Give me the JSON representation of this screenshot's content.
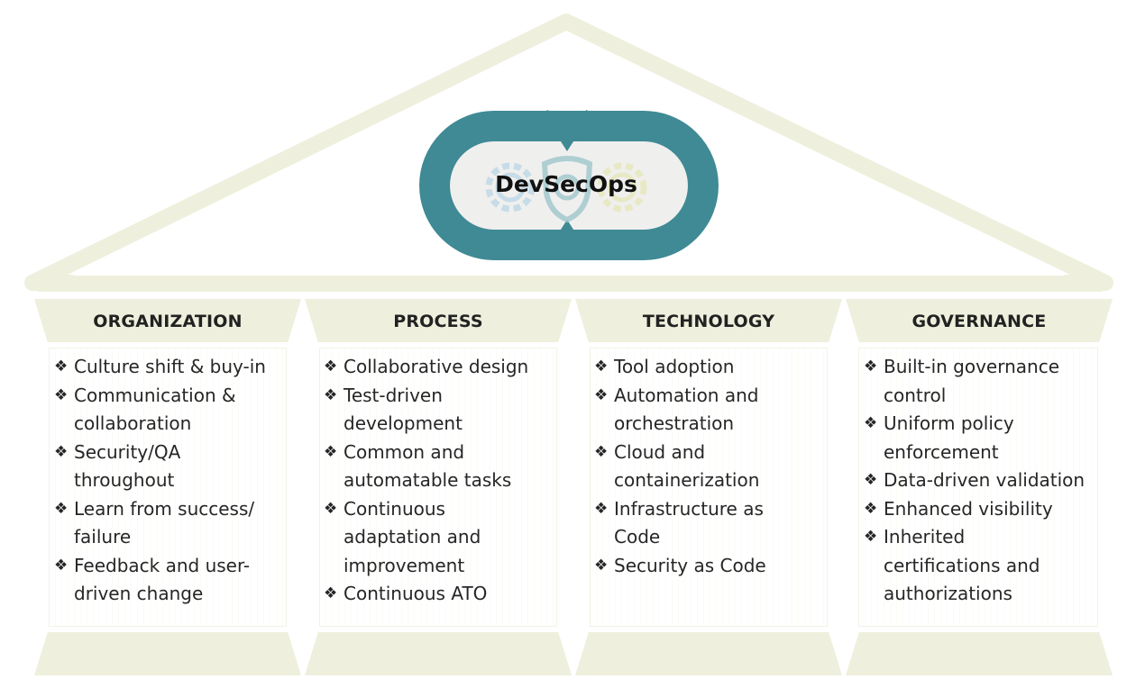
{
  "title": "DevSecOps",
  "colors": {
    "ring": "#3f8a94",
    "roof": "#eef0dd",
    "pillar": "#eef0dd",
    "gear_blue": "#b9d6e6",
    "gear_teal": "#9ec6cc",
    "gear_yellow": "#e6e8b6"
  },
  "icons": [
    "infinity-loop-icon",
    "gear-icon",
    "shield-gear-icon",
    "diamond-bullet-icon"
  ],
  "pillars": [
    {
      "title": "ORGANIZATION",
      "items": [
        "Culture shift & buy-in",
        "Communication & collaboration",
        "Security/QA throughout",
        "Learn from success/ failure",
        "Feedback and user-driven change"
      ]
    },
    {
      "title": "PROCESS",
      "items": [
        "Collaborative design",
        "Test-driven development",
        "Common and automatable tasks",
        "Continuous adaptation and improvement",
        "Continuous ATO"
      ]
    },
    {
      "title": "TECHNOLOGY",
      "items": [
        "Tool adoption",
        "Automation and orchestration",
        "Cloud and containerization",
        "Infrastructure as Code",
        "Security as Code"
      ]
    },
    {
      "title": "GOVERNANCE",
      "items": [
        "Built-in governance control",
        "Uniform policy enforcement",
        "Data-driven validation",
        "Enhanced visibility",
        "Inherited certifications and authorizations"
      ]
    }
  ]
}
